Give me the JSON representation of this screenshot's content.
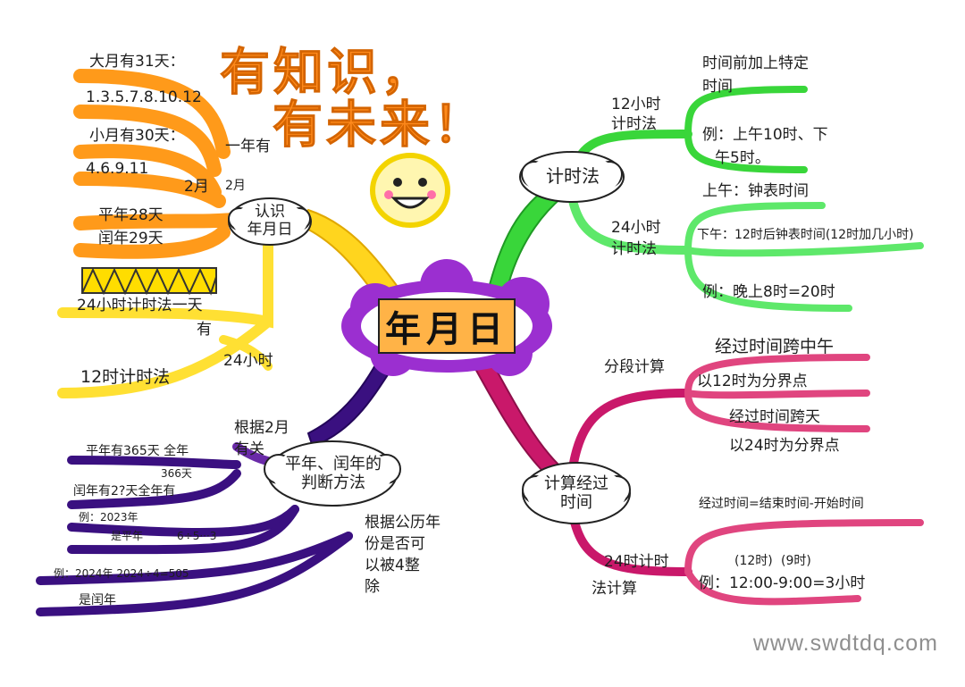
{
  "title": "年月日",
  "slogan": [
    "有知识，",
    "有未来！"
  ],
  "watermark": "www.swdtdq.com",
  "colors": {
    "orange": "#ff9a1a",
    "yellow": "#ffe033",
    "green": "#39d63a",
    "light_green": "#5ee86a",
    "magenta": "#c9186a",
    "pink": "#e0457f",
    "purple": "#3a1080",
    "cloud": "#9b2fd0",
    "center_fill": "#ffb347"
  },
  "branches": {
    "know": {
      "label": [
        "认识",
        "年月日"
      ],
      "year_has": "一年有",
      "big_month": "大月有31天：",
      "big_list": "1.3.5.7.8.10.12",
      "small_month": "小月有30天：",
      "small_list": "4.6.9.11",
      "feb": "2月",
      "feb_tag": "2月",
      "common_year": "平年28天",
      "leap_year": "闰年29天",
      "day_24": "24小时计时法一天",
      "day_24b": "有",
      "hours_24": "24小时",
      "clock_12": "12时计时法"
    },
    "timing": {
      "label": "计时法",
      "h12": [
        "12小时",
        "计时法"
      ],
      "h12_desc": [
        "时间前加上特定",
        "时间"
      ],
      "h12_example": [
        "例：上午10时、下",
        "午5时。"
      ],
      "h24": [
        "24小时",
        "计时法"
      ],
      "morning": "上午：钟表时间",
      "afternoon": "下午：12时后钟表时间(12时加几小时)",
      "h24_example": "例：晚上8时=20时"
    },
    "leap": {
      "label": [
        "平年、闰年的",
        "判断方法"
      ],
      "by_feb": [
        "根据2月",
        "有关"
      ],
      "common_days": "平年有365天 全年",
      "days_366": "366天",
      "leap_days": "闰年有2?天全年有",
      "ex_2023": "例：2023年",
      "ex_2023b": "是平年",
      "ex_2023c": "6÷5···3",
      "ex_2024": "例：2024年 2024÷4=505",
      "is_leap": "是闰年",
      "rule": [
        "根据公历年",
        "份是否可",
        "以被4整",
        "除"
      ]
    },
    "elapsed": {
      "label": [
        "计算经过",
        "时间"
      ],
      "segment": "分段计算",
      "over_noon": "经过时间跨中午",
      "noon_bound": "以12时为分界点",
      "over_day": "经过时间跨天",
      "day_bound": "以24时为分界点",
      "method": [
        "24时计时",
        "法计算"
      ],
      "formula": "经过时间=结束时间-开始时间",
      "end_label": "(12时)",
      "start_label": "(9时)",
      "example": "例：12:00-9:00=3小时"
    }
  }
}
